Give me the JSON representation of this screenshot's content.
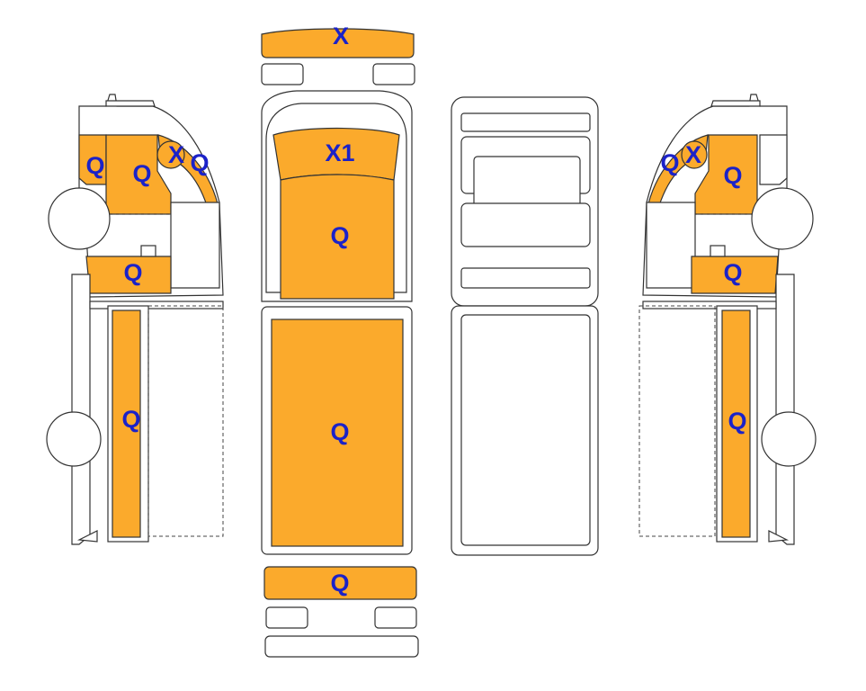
{
  "colors": {
    "damage_fill": "#FBAA2C",
    "label_color": "#1B22C8",
    "outline": "#333333"
  },
  "legend_codes": [
    "X",
    "X1",
    "Q"
  ],
  "left_side": {
    "fender_front": "Q",
    "door": "Q",
    "mirror": "X",
    "a_pillar": "Q",
    "lower_door": "Q",
    "cargo_side": "Q"
  },
  "top_view": {
    "front_bumper": "X",
    "windshield": "X1",
    "roof_cab": "Q",
    "cargo_floor": "Q",
    "rear_bumper": "Q"
  },
  "right_side": {
    "a_pillar": "Q",
    "mirror": "X",
    "door": "Q",
    "lower_door": "Q",
    "cargo_side": "Q"
  }
}
